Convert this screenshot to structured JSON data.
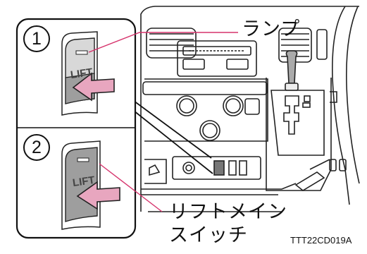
{
  "labels": {
    "lamp": "ランプ",
    "main_switch": "リフトメイン\nスイッチ",
    "figure_code": "TTT22CD019A"
  },
  "steps": [
    {
      "number": "1",
      "switch_text": "LIFT",
      "lamp_lit": false
    },
    {
      "number": "2",
      "switch_text": "LIFT",
      "lamp_lit": true
    }
  ],
  "colors": {
    "arrow": "#e8a6bf",
    "leader_line": "#d6336c",
    "switch_body": "#9e9e9e",
    "outline": "#111111"
  }
}
